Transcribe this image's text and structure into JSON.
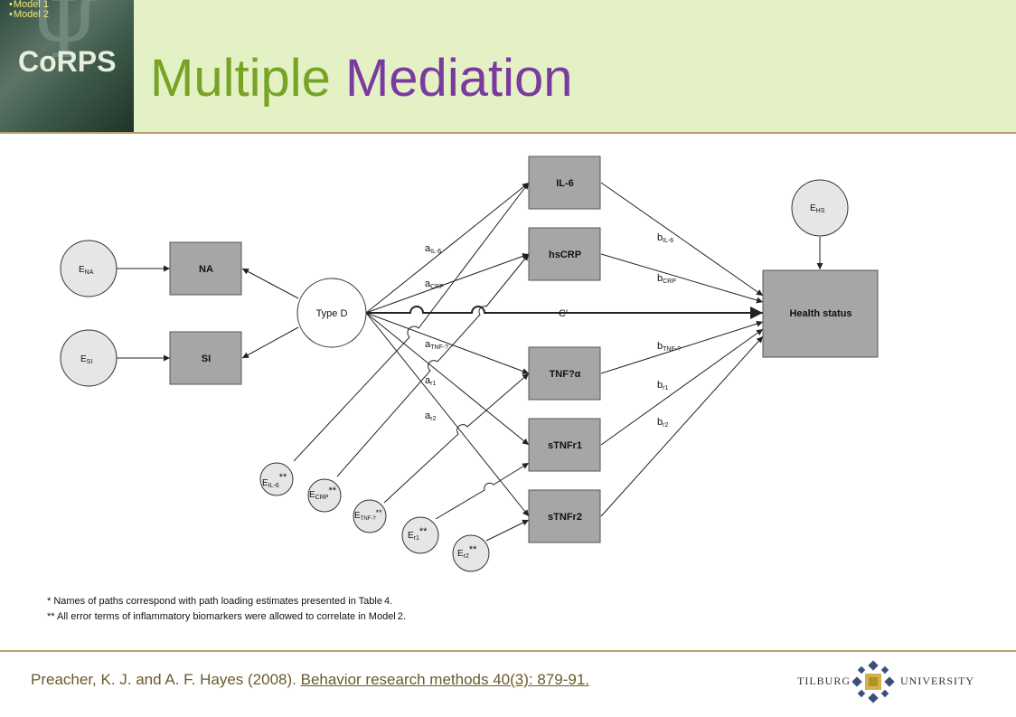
{
  "header": {
    "logo_bullets": [
      "Model 1",
      "Model 2"
    ],
    "logo_name": "CoRPS",
    "title_part1": "Multiple",
    "title_part2": "Mediation"
  },
  "diagram": {
    "boxes": {
      "na": "NA",
      "si": "SI",
      "il6": "IL-6",
      "hscrp": "hsCRP",
      "tnf": "TNF?α",
      "stnfr1": "sTNFr1",
      "stnfr2": "sTNFr2",
      "health": "Health status"
    },
    "circles": {
      "typed": "Type D",
      "ena": {
        "main": "E",
        "sub": "NA",
        "star": ""
      },
      "esi": {
        "main": "E",
        "sub": "SI",
        "star": ""
      },
      "ehs": {
        "main": "E",
        "sub": "HS",
        "star": ""
      },
      "eil6": {
        "main": "E",
        "sub": "IL-6",
        "star": "**"
      },
      "ecrp": {
        "main": "E",
        "sub": "CRP",
        "star": "**"
      },
      "etnf": {
        "main": "E",
        "sub": "TNF-?",
        "star": "**"
      },
      "er1": {
        "main": "E",
        "sub": "r1",
        "star": "**"
      },
      "er2": {
        "main": "E",
        "sub": "r2",
        "star": "**"
      }
    },
    "paths": {
      "a_il6": {
        "main": "a",
        "sub": "IL-6"
      },
      "a_crp": {
        "main": "a",
        "sub": "CRP"
      },
      "a_tnf": {
        "main": "a",
        "sub": "TNF-?"
      },
      "a_r1": {
        "main": "a",
        "sub": "r1"
      },
      "a_r2": {
        "main": "a",
        "sub": "r2"
      },
      "b_il6": {
        "main": "b",
        "sub": "IL-6"
      },
      "b_crp": {
        "main": "b",
        "sub": "CRP"
      },
      "b_tnf": {
        "main": "b",
        "sub": "TNF-?"
      },
      "b_r1": {
        "main": "b",
        "sub": "r1"
      },
      "b_r2": {
        "main": "b",
        "sub": "r2"
      },
      "c_prime": "C′"
    },
    "footnotes": {
      "note1": "* Names of paths correspond with path loading estimates presented in Table",
      "note1_ref": "4.",
      "note2": "** All error terms of inflammatory biomarkers were allowed to correlate in Model",
      "note2_ref": "2."
    }
  },
  "footer": {
    "citation_plain": "Preacher, K. J. and A. F. Hayes (2008). ",
    "citation_link": "Behavior research methods 40(3): 879-91.",
    "university_left": "TILBURG",
    "university_right": "UNIVERSITY"
  },
  "colors": {
    "header_bg": "#e4f1c4",
    "title_green": "#77a326",
    "title_purple": "#7a3a9f",
    "rule": "#b8a170",
    "citation": "#6b5a2a"
  }
}
